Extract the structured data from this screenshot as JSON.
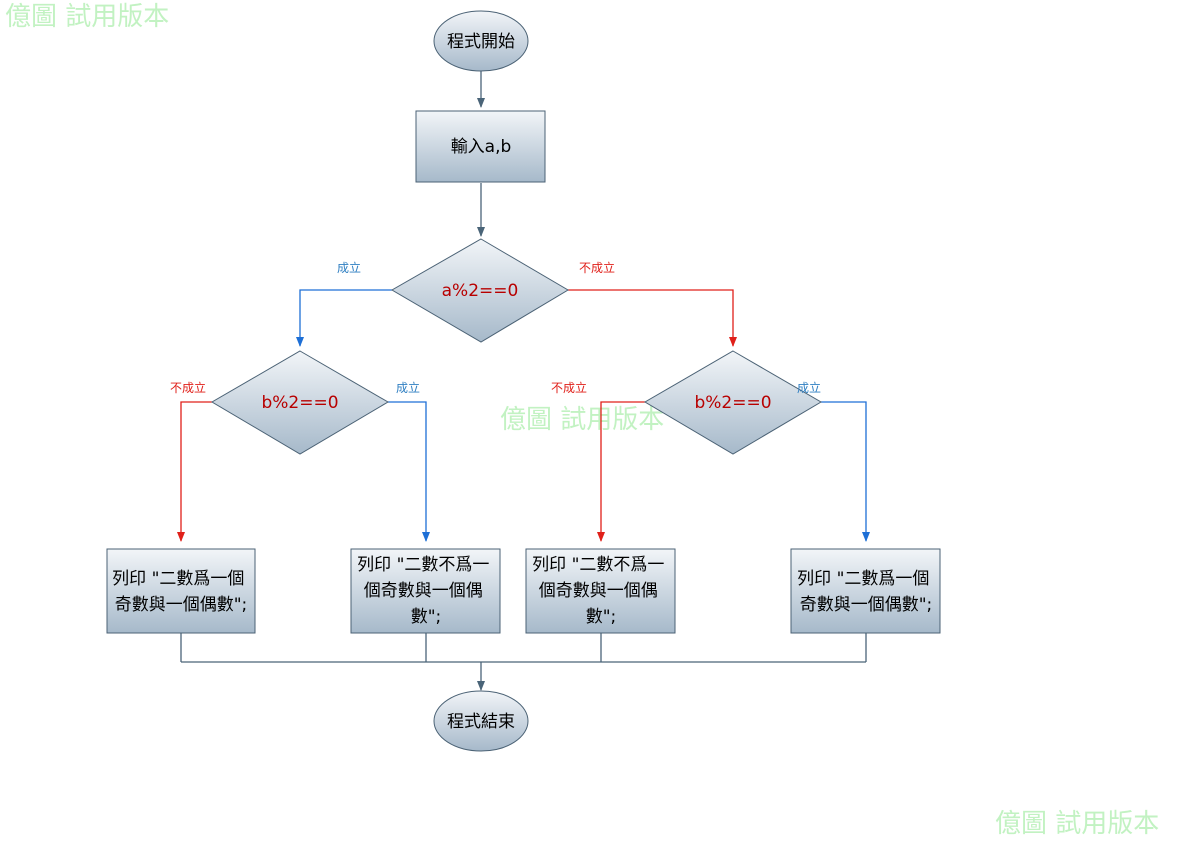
{
  "watermark": "億圖 試用版本",
  "nodes": {
    "start": "程式開始",
    "input": "輸入a,b",
    "cond_a": "a%2==0",
    "cond_b_left": "b%2==0",
    "cond_b_right": "b%2==0",
    "out1": [
      "列印 \"二數爲一個",
      "奇數與一個偶數\";"
    ],
    "out2": [
      "列印 \"二數不爲一",
      "個奇數與一個偶",
      "數\";"
    ],
    "out3": [
      "列印 \"二數不爲一",
      "個奇數與一個偶",
      "數\";"
    ],
    "out4": [
      "列印 \"二數爲一個",
      "奇數與一個偶數\";"
    ],
    "end": "程式結束"
  },
  "labels": {
    "true": "成立",
    "false": "不成立"
  },
  "colors": {
    "true_branch": "#1e6fd6",
    "false_branch": "#e0201a",
    "connector": "#4a6478",
    "node_fill_top": "#eef2f6",
    "node_fill_bottom": "#a9bccd",
    "node_stroke": "#4b6275",
    "watermark": "#b8f0b8"
  }
}
